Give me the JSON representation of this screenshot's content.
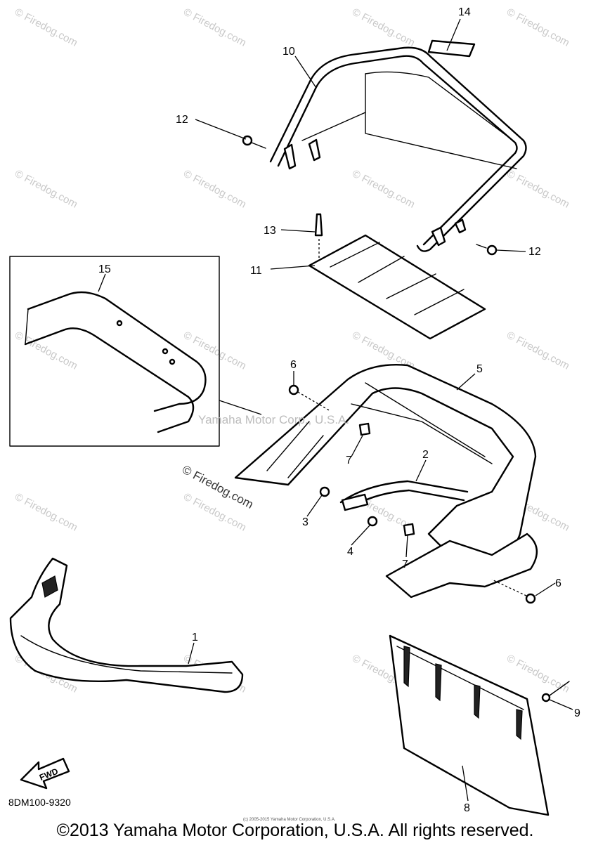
{
  "callouts": {
    "c1": "1",
    "c2": "2",
    "c3": "3",
    "c4": "4",
    "c5": "5",
    "c6a": "6",
    "c6b": "6",
    "c7a": "7",
    "c7b": "7",
    "c8": "8",
    "c9": "9",
    "c10": "10",
    "c11": "11",
    "c12a": "12",
    "c12b": "12",
    "c13": "13",
    "c14": "14",
    "c15": "15"
  },
  "diagram_code": "8DM100-9320",
  "fwd_label": "FWD",
  "watermark_center": "Yamaha Motor Corp., U.S.A.",
  "watermark_firedog": "© Firedog.com",
  "watermark_tile": "© Firedog.com",
  "small_print": "(c) 2005-2015 Yamaha Motor Corporation, U.S.A.",
  "copyright": "©2013 Yamaha Motor Corporation, U.S.A. All rights reserved."
}
